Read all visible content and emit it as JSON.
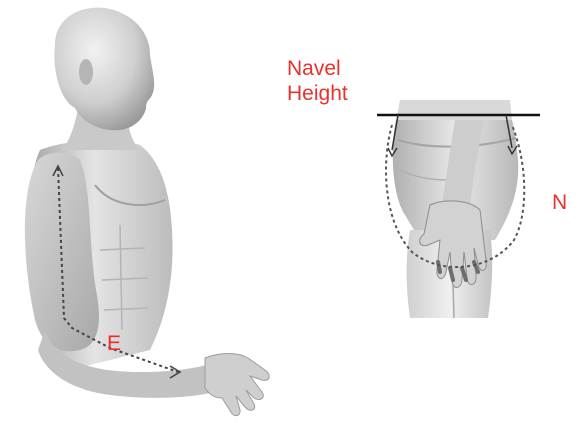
{
  "labels": {
    "navel_line1": "Navel",
    "navel_line2": "Height",
    "n": "N",
    "e": "E"
  },
  "colors": {
    "label_red": "#e8322a",
    "skin_light": "#e6e6e6",
    "skin_mid": "#bdbdbd",
    "skin_dark": "#8a8a8a",
    "navel_line": "#111111",
    "dashed_measure": "#555555"
  }
}
